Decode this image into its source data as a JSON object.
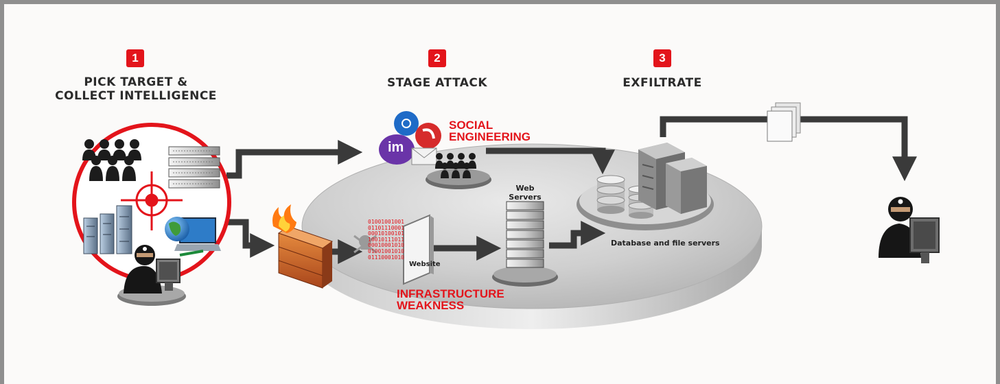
{
  "steps": [
    {
      "number": "1",
      "title_line1": "PICK TARGET &",
      "title_line2": "COLLECT INTELLIGENCE"
    },
    {
      "number": "2",
      "title_line1": "STAGE ATTACK"
    },
    {
      "number": "3",
      "title_line1": "EXFILTRATE"
    }
  ],
  "labels": {
    "social_line1": "SOCIAL",
    "social_line2": "ENGINEERING",
    "infra_line1": "INFRASTRUCTURE",
    "infra_line2": "WEAKNESS",
    "web_servers_line1": "Web",
    "web_servers_line2": "Servers",
    "website": "Website",
    "database": "Database and file servers",
    "im_text": "im"
  },
  "binary_lines": [
    "01001001001",
    "01101110001",
    "00010100101",
    "10010111011",
    "00010001010",
    "01001001010",
    "01110001010"
  ],
  "colors": {
    "accent_red": "#e3141b",
    "arrow_dark": "#3a3a3a",
    "platform_gray": "#cfcfcf"
  }
}
